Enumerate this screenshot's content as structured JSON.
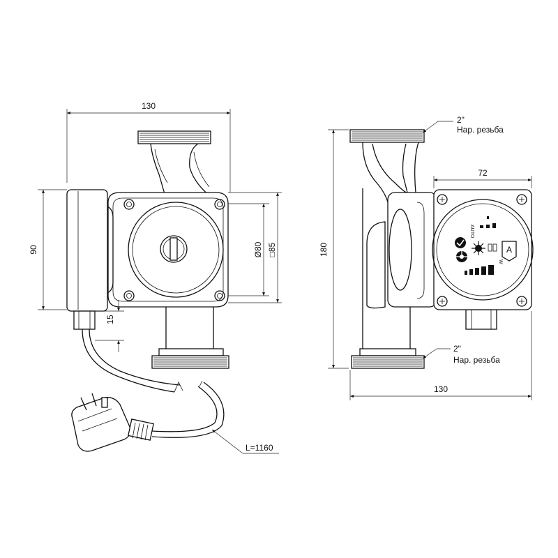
{
  "front_view": {
    "width": "130",
    "height": "90",
    "diameter": "Ø80",
    "square": "□85",
    "offset": "15",
    "cable_length": "L=1160"
  },
  "side_view": {
    "height": "180",
    "depth": "72",
    "width": "130",
    "thread_top_size": "2\"",
    "thread_top_label": "Нар. резьба",
    "thread_bottom_size": "2\"",
    "thread_bottom_label": "Нар. резьба"
  },
  "control_panel": {
    "auto_label": "AUTO",
    "mode_label": "A",
    "power_unit": "W"
  }
}
